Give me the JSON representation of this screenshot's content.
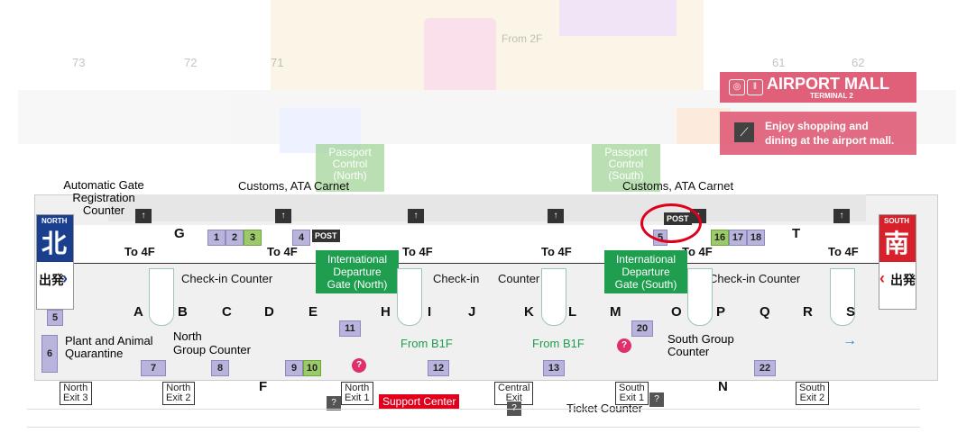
{
  "mall": {
    "title": "AIRPORT MALL",
    "subtitle": "TERMINAL 2",
    "tagline_line1": "Enjoy shopping and",
    "tagline_line2": "dining at the airport mall.",
    "color": "#e0607a"
  },
  "upper_gates": [
    "73",
    "72",
    "71",
    "61",
    "62"
  ],
  "upper_from": "From 2F",
  "passport_control": [
    "Passport",
    "Control",
    "(North)",
    "Passport",
    "Control",
    "(South)"
  ],
  "customs": "Customs, ATA Carnet",
  "north": {
    "en": "NORTH",
    "kanji": "北",
    "depart_jp": "出発",
    "color": "#1a3f8f"
  },
  "south": {
    "en": "SOUTH",
    "kanji": "南",
    "depart_jp": "出発",
    "color": "#d8202a"
  },
  "to4f": "To 4F",
  "intl_gate_north": [
    "International",
    "Departure",
    "Gate (North)"
  ],
  "intl_gate_south": [
    "International",
    "Departure",
    "Gate (South)"
  ],
  "checkin_counter": "Check-in Counter",
  "checkin": "Check-in",
  "counter": "Counter",
  "auto_gate": [
    "Automatic Gate",
    "Registration",
    "Counter"
  ],
  "plant_animal": [
    "Plant and Animal",
    "Quarantine"
  ],
  "north_group": [
    "North",
    "Group Counter"
  ],
  "south_group": [
    "South Group",
    "Counter"
  ],
  "from_b1f": "From B1F",
  "ticket_counter": "Ticket Counter",
  "support_center": "Support Center",
  "post": "POST",
  "letters": [
    "A",
    "B",
    "C",
    "D",
    "E",
    "H",
    "I",
    "J",
    "K",
    "L",
    "M",
    "O",
    "P",
    "Q",
    "R",
    "S",
    "G",
    "T",
    "F",
    "N"
  ],
  "numbers": [
    "1",
    "2",
    "3",
    "4",
    "5",
    "6",
    "7",
    "8",
    "9",
    "10",
    "11",
    "12",
    "13",
    "16",
    "17",
    "18",
    "20",
    "22",
    "5"
  ],
  "exits": {
    "north3": [
      "North",
      "Exit 3"
    ],
    "north2": [
      "North",
      "Exit 2"
    ],
    "north1": [
      "North",
      "Exit 1"
    ],
    "central": [
      "Central",
      "Exit"
    ],
    "south1": [
      "South",
      "Exit 1"
    ],
    "south2": [
      "South",
      "Exit 2"
    ]
  },
  "colors": {
    "green": "#1e9e4e",
    "purple": "#b8b4dc",
    "annotation": "#e0001b"
  }
}
